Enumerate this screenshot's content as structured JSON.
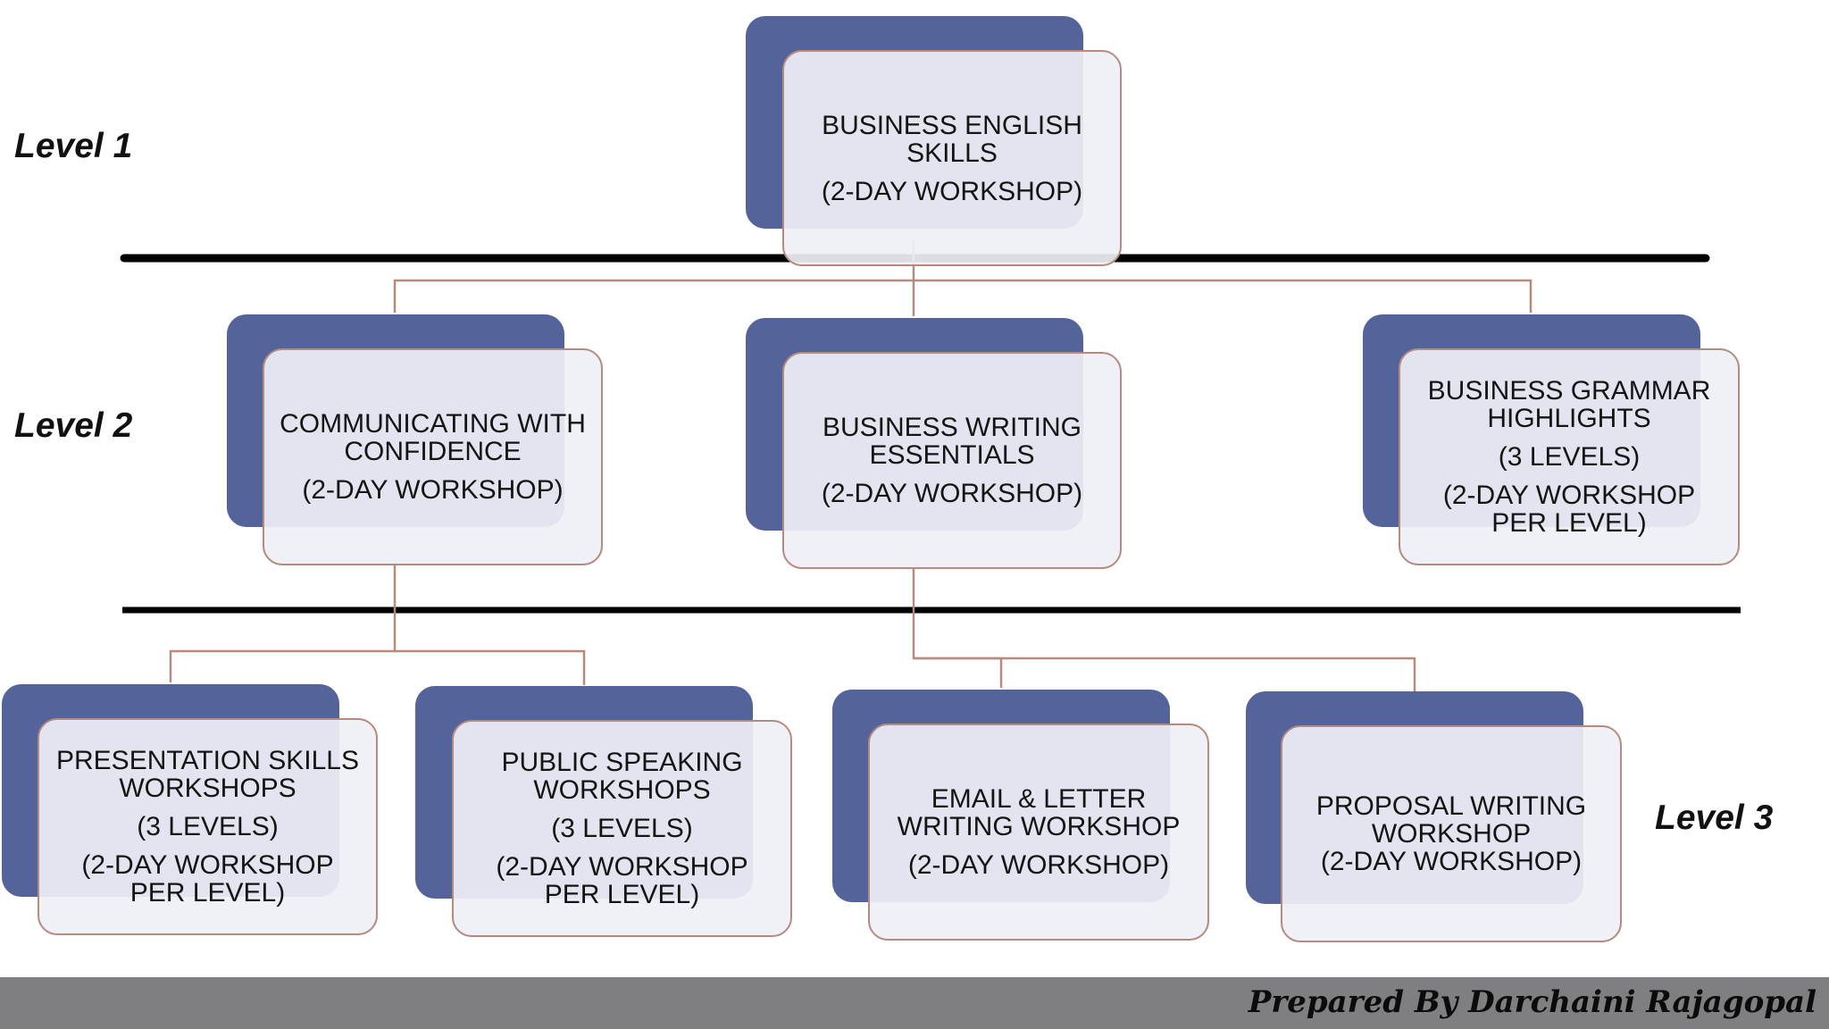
{
  "levels": {
    "level1": "Level 1",
    "level2": "Level 2",
    "level3": "Level 3"
  },
  "boxes": {
    "business_english": {
      "line1": "BUSINESS ENGLISH",
      "line2": "SKILLS",
      "sub": "(2-DAY WORKSHOP)"
    },
    "communicating": {
      "line1": "COMMUNICATING WITH",
      "line2": "CONFIDENCE",
      "sub": "(2-DAY WORKSHOP)"
    },
    "writing_essentials": {
      "line1": "BUSINESS WRITING",
      "line2": "ESSENTIALS",
      "sub": "(2-DAY WORKSHOP)"
    },
    "grammar": {
      "line1": "BUSINESS GRAMMAR",
      "line2": "HIGHLIGHTS",
      "sub": "(3 LEVELS)",
      "sub2a": "(2-DAY WORKSHOP",
      "sub2b": "PER LEVEL)"
    },
    "presentation": {
      "line1": "PRESENTATION SKILLS",
      "line2": "WORKSHOPS",
      "sub": "(3 LEVELS)",
      "sub2a": "(2-DAY WORKSHOP",
      "sub2b": "PER LEVEL)"
    },
    "public_speaking": {
      "line1": "PUBLIC SPEAKING",
      "line2": "WORKSHOPS",
      "sub": "(3 LEVELS)",
      "sub2a": "(2-DAY WORKSHOP",
      "sub2b": "PER LEVEL)"
    },
    "email_letter": {
      "line1": "EMAIL & LETTER",
      "line2": "WRITING WORKSHOP",
      "sub": "(2-DAY WORKSHOP)"
    },
    "proposal": {
      "line1": "PROPOSAL WRITING",
      "line2": "WORKSHOP",
      "line3": "(2-DAY WORKSHOP)"
    }
  },
  "footer": {
    "credit": "Prepared By Darchaini Rajagopal"
  },
  "colors": {
    "back_box": "#546399",
    "front_border": "#b58a7f",
    "connector": "#b58a7f",
    "divider": "#000000",
    "footer_band": "#7f7e80"
  }
}
